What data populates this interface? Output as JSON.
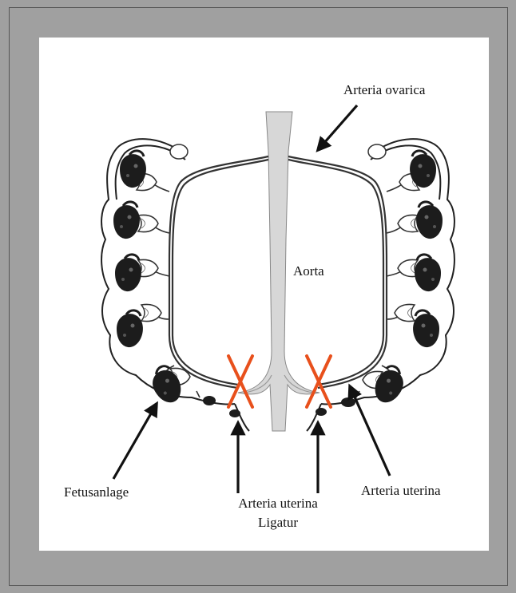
{
  "labels": {
    "arteria_ovarica": "Arteria ovarica",
    "aorta": "Aorta",
    "fetusanlage": "Fetusanlage",
    "arteria_uterina_ligatur_line1": "Arteria uterina",
    "arteria_uterina_ligatur_line2": "Ligatur",
    "arteria_uterina": "Arteria uterina"
  },
  "colors": {
    "ligature_mark": "#e8501c",
    "arrow": "#111111",
    "page_frame": "#a0a0a0"
  }
}
